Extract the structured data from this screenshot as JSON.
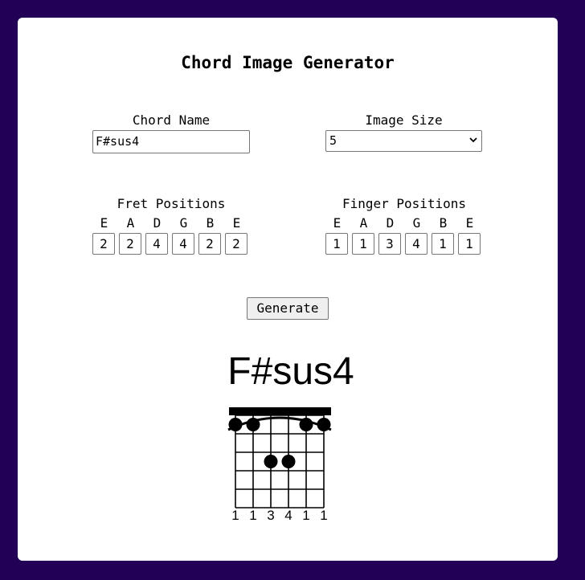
{
  "app": {
    "title": "Chord Image Generator"
  },
  "form": {
    "chord_name_label": "Chord Name",
    "chord_name_value": "F#sus4",
    "image_size_label": "Image Size",
    "image_size_value": "5",
    "fret_positions_label": "Fret Positions",
    "finger_positions_label": "Finger Positions",
    "strings": [
      "E",
      "A",
      "D",
      "G",
      "B",
      "E"
    ],
    "fret_values": [
      "2",
      "2",
      "4",
      "4",
      "2",
      "2"
    ],
    "finger_values": [
      "1",
      "1",
      "3",
      "4",
      "1",
      "1"
    ],
    "generate_label": "Generate"
  },
  "diagram": {
    "chord_title": "F#sus4",
    "finger_labels": [
      "1",
      "1",
      "3",
      "4",
      "1",
      "1"
    ],
    "barre": true,
    "dots": [
      {
        "string": 1,
        "fret": 1
      },
      {
        "string": 2,
        "fret": 1
      },
      {
        "string": 5,
        "fret": 1
      },
      {
        "string": 6,
        "fret": 1
      },
      {
        "string": 3,
        "fret": 3
      },
      {
        "string": 4,
        "fret": 3
      }
    ]
  }
}
